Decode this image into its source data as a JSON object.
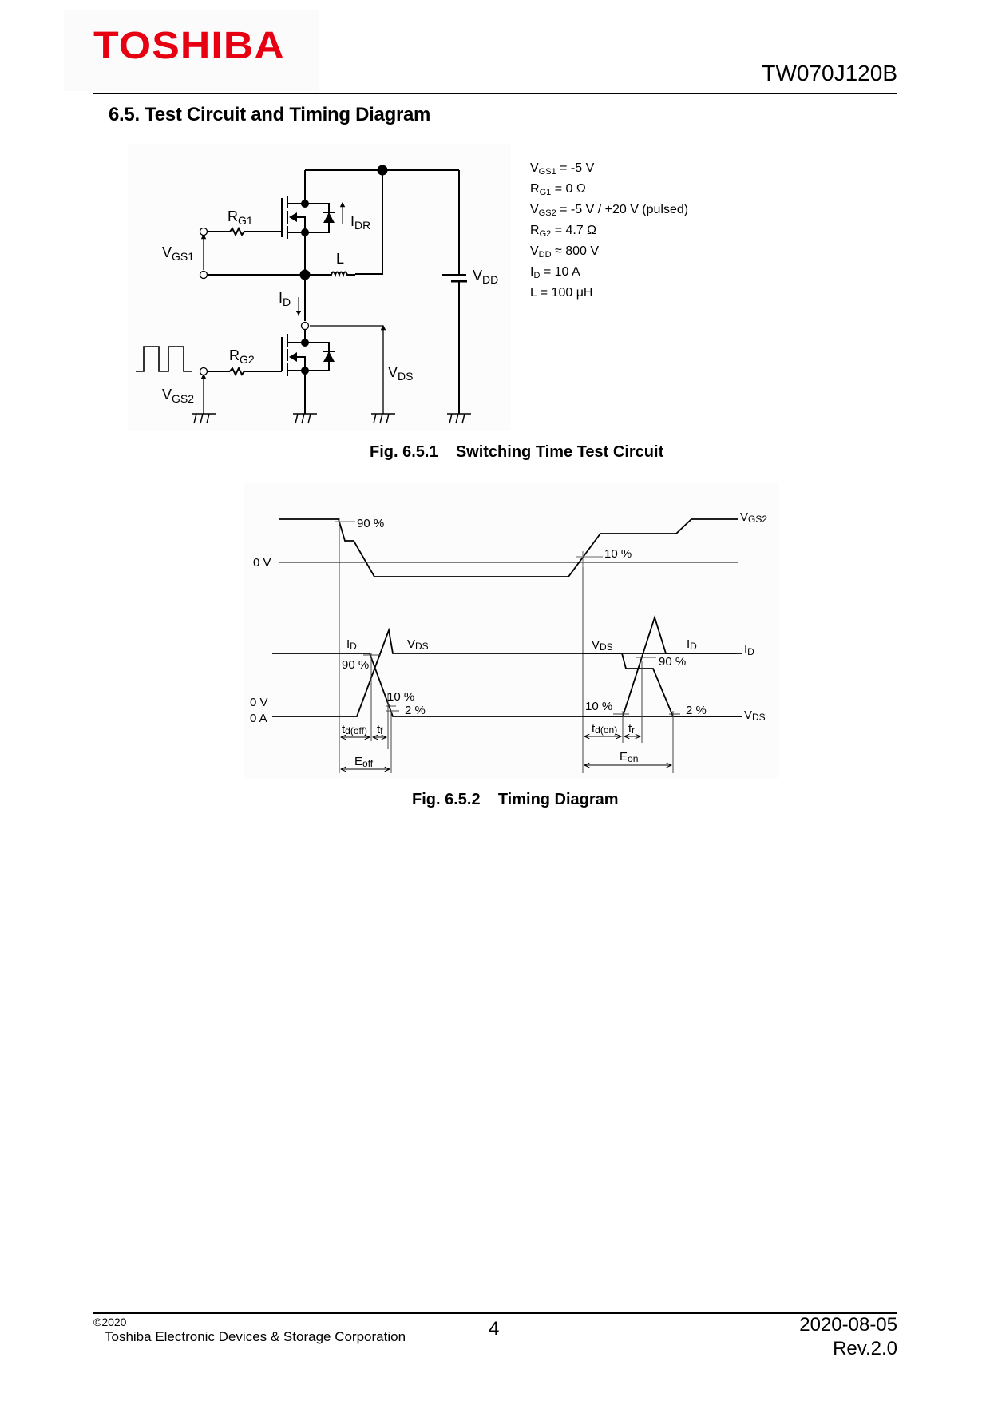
{
  "header": {
    "logo": "TOSHIBA",
    "brand_color": "#e60012",
    "document_number": "TW070J120B"
  },
  "section": {
    "title": "6.5.  Test Circuit and Timing Diagram"
  },
  "figure1": {
    "caption": "Fig. 6.5.1    Switching Time Test Circuit",
    "labels": {
      "rg1": "R",
      "rg1_sub": "G1",
      "idr": "I",
      "idr_sub": "DR",
      "vgs1": "V",
      "vgs1_sub": "GS1",
      "l": "L",
      "vdd": "V",
      "vdd_sub": "DD",
      "id": "I",
      "id_sub": "D",
      "rg2": "R",
      "rg2_sub": "G2",
      "vds": "V",
      "vds_sub": "DS",
      "vgs2": "V",
      "vgs2_sub": "GS2"
    },
    "parameters": [
      {
        "sym": "V",
        "sub": "GS1",
        "rest": " = -5 V"
      },
      {
        "sym": "R",
        "sub": "G1",
        "rest": " = 0 Ω"
      },
      {
        "sym": "V",
        "sub": "GS2",
        "rest": " = -5 V / +20 V (pulsed)"
      },
      {
        "sym": "R",
        "sub": "G2",
        "rest": " = 4.7 Ω"
      },
      {
        "sym": "V",
        "sub": "DD",
        "rest": " ≈ 800 V"
      },
      {
        "sym": "I",
        "sub": "D",
        "rest": " = 10 A"
      },
      {
        "sym": "L",
        "sub": "",
        "rest": " = 100 μH"
      }
    ]
  },
  "figure2": {
    "caption": "Fig. 6.5.2    Timing Diagram",
    "labels": {
      "p90_top": "90 %",
      "p10_top": "10 %",
      "zero_v_top": "0 V",
      "vgs2": "V",
      "vgs2_sub": "GS2",
      "id_left": "I",
      "id_left_sub": "D",
      "vds_left": "V",
      "vds_left_sub": "DS",
      "p90_left": "90 %",
      "p10_left": "10 %",
      "p2_left": "2 %",
      "zero_v": "0 V",
      "zero_a": "0 A",
      "tdoff": "t",
      "tdoff_sub": "d(off)",
      "tf": "t",
      "tf_sub": "f",
      "eoff": "E",
      "eoff_sub": "off",
      "vds_right": "V",
      "vds_right_sub": "DS",
      "id_right": "I",
      "id_right_sub": "D",
      "id_end": "I",
      "id_end_sub": "D",
      "p90_right": "90 %",
      "p10_right": "10 %",
      "p2_right": "2 %",
      "vds_end": "V",
      "vds_end_sub": "DS",
      "tdon": "t",
      "tdon_sub": "d(on)",
      "tr": "t",
      "tr_sub": "r",
      "eon": "E",
      "eon_sub": "on"
    }
  },
  "footer": {
    "copyright": "©2020",
    "company": "Toshiba Electronic Devices & Storage Corporation",
    "page_number": "4",
    "date": "2020-08-05",
    "revision": "Rev.2.0"
  }
}
